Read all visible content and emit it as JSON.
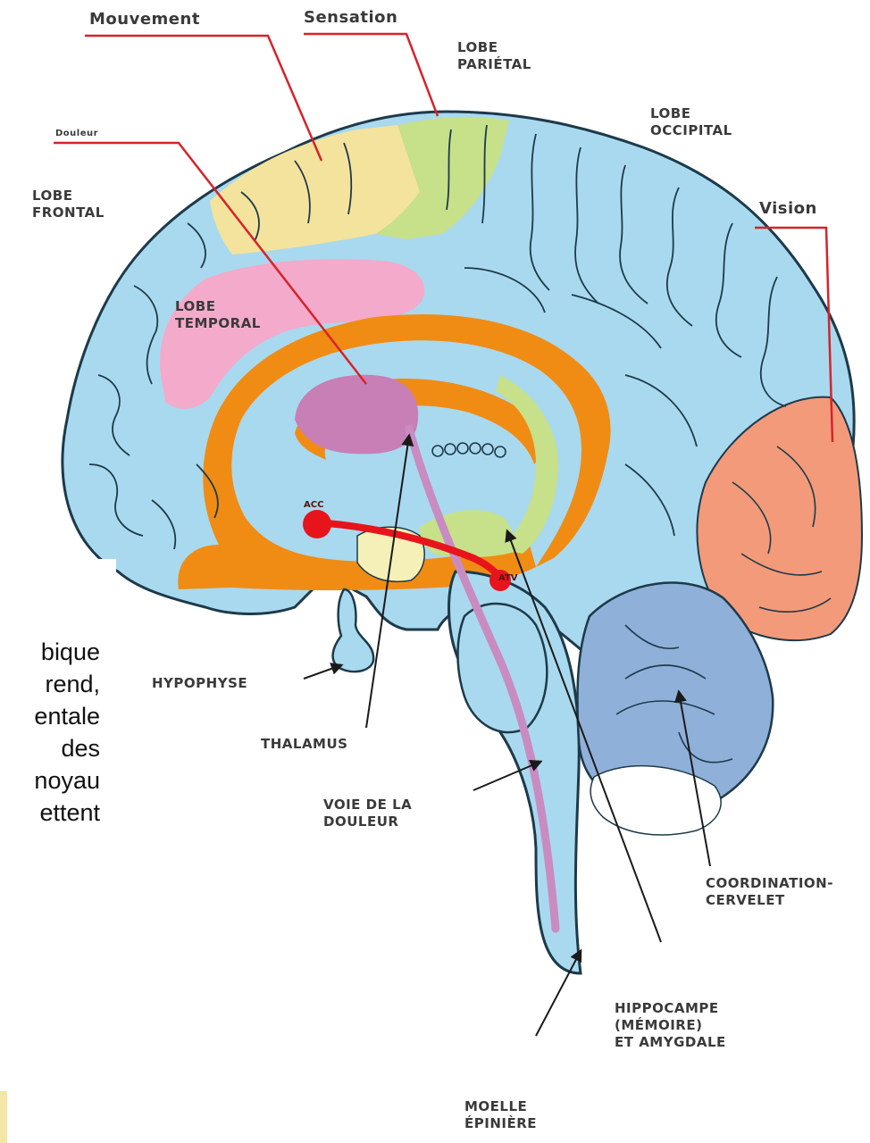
{
  "labels": {
    "mouvement": "Mouvement",
    "sensation": "Sensation",
    "douleur": "Douleur",
    "vision": "Vision",
    "lobe_parietal": [
      "LOBE",
      "PARIÉTAL"
    ],
    "lobe_occipital": [
      "LOBE",
      "OCCIPITAL"
    ],
    "lobe_frontal": [
      "LOBE",
      "FRONTAL"
    ],
    "lobe_temporal": [
      "LOBE",
      "TEMPORAL"
    ],
    "hypophyse": "HYPOPHYSE",
    "thalamus": "THALAMUS",
    "voie_douleur": [
      "VOIE DE LA",
      "DOULEUR"
    ],
    "coordination": [
      "COORDINATION-",
      "CERVELET"
    ],
    "hippocampe": [
      "HIPPOCAMPE",
      "(MÉMOIRE)",
      "ET AMYGDALE"
    ],
    "moelle": [
      "MOELLE",
      "ÉPINIÈRE"
    ],
    "acc": "ACC",
    "atv": "ATV"
  },
  "overlay_text_fragments": [
    "bique",
    "rend,",
    "entale",
    "des",
    "noyau",
    "ettent"
  ],
  "colors": {
    "brain": "#a9d9ee",
    "outline": "#1d3a4a",
    "movement": "#f4e39c",
    "sensation": "#c7e08a",
    "temporal": "#f3aacb",
    "cingulate": "#f08c14",
    "thalamus": "#c77fb6",
    "vision": "#f29a7a",
    "cerebellum": "#8fb0d8",
    "pain_path": "#c98cc2",
    "reward": "#e8141c",
    "leader": "#d6232b"
  }
}
